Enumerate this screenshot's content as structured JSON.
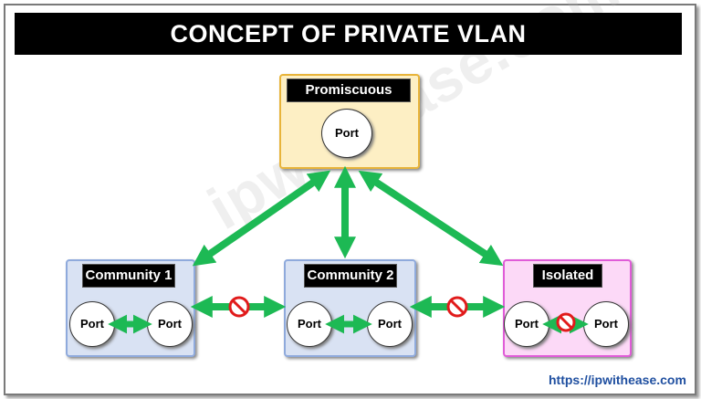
{
  "title": "CONCEPT OF PRIVATE VLAN",
  "watermark": "ipwithease.com",
  "footer_url": "https://ipwithease.com",
  "colors": {
    "arrow": "#1db954",
    "block": "#e11b1b",
    "promiscuous_fill": "#fdefc4",
    "promiscuous_border": "#e8b43a",
    "community_fill": "#d9e2f3",
    "community_border": "#8faadc",
    "isolated_fill": "#fcd9f7",
    "isolated_border": "#e05cd8"
  },
  "nodes": {
    "promiscuous": {
      "label": "Promiscuous",
      "ports": [
        "Port"
      ]
    },
    "community1": {
      "label": "Community 1",
      "ports": [
        "Port",
        "Port"
      ]
    },
    "community2": {
      "label": "Community 2",
      "ports": [
        "Port",
        "Port"
      ]
    },
    "isolated": {
      "label": "Isolated",
      "ports": [
        "Port",
        "Port"
      ]
    }
  }
}
